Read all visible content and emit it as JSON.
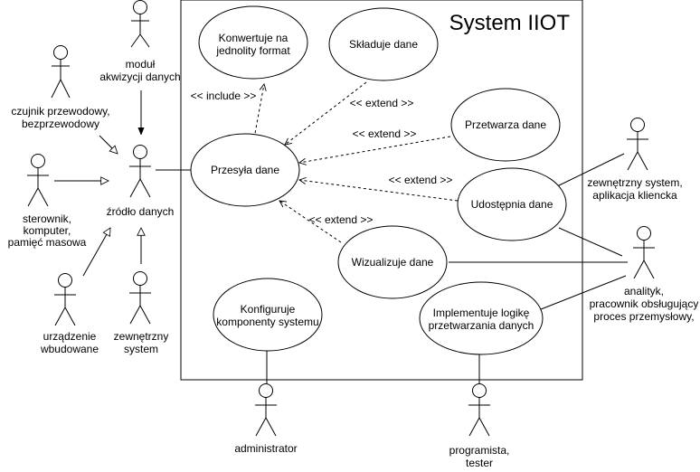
{
  "system": {
    "title": "System IIOT"
  },
  "use_cases": {
    "konwertuje": [
      "Konwertuje na",
      "jednolity format"
    ],
    "skladuje": [
      "Składuje dane"
    ],
    "przetwarza": [
      "Przetwarza dane"
    ],
    "przesyla": [
      "Przesyła dane"
    ],
    "udostepnia": [
      "Udostępnia dane"
    ],
    "wizualizuje": [
      "Wizualizuje dane"
    ],
    "konfiguruje": [
      "Konfiguruje",
      "komponenty systemu"
    ],
    "implementuje": [
      "Implementuje logikę",
      "przetwarzania danych"
    ]
  },
  "actors": {
    "modul": [
      "moduł",
      "akwizycji danych"
    ],
    "czujnik": [
      "czujnik przewodowy,",
      "bezprzewodowy"
    ],
    "sterownik": [
      "sterownik,",
      "komputer,",
      "pamięć masowa"
    ],
    "zrodlo": [
      "źródło danych"
    ],
    "urzadzenie": [
      "urządzenie",
      "wbudowane"
    ],
    "zewn_system": [
      "zewnętrzny",
      "system"
    ],
    "zewn_app": [
      "zewnętrzny system,",
      "aplikacja kliencka"
    ],
    "analityk": [
      "analityk,",
      "pracownik obsługujący",
      "proces przemysłowy,"
    ],
    "administrator": [
      "administrator"
    ],
    "programista": [
      "programista,",
      "tester"
    ]
  },
  "relations": {
    "include": "<< include >>",
    "extend": "<< extend >>"
  }
}
